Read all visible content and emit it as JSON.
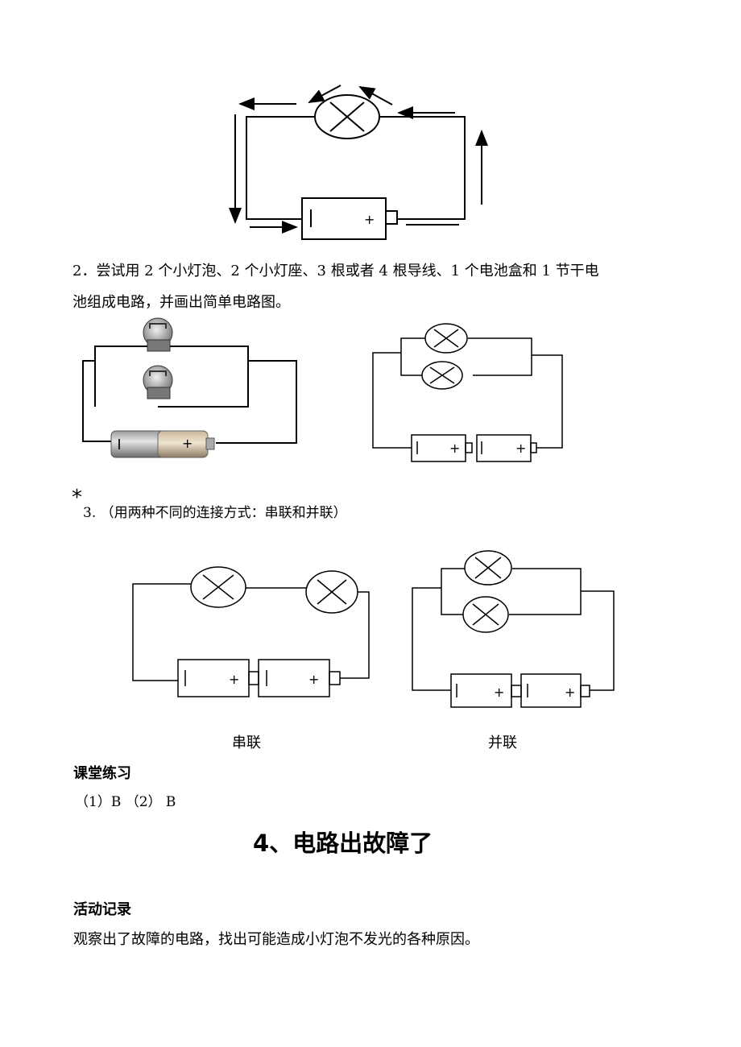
{
  "battery_sign": "+",
  "q2": {
    "line1": "2．尝试用 2 个小灯泡、2 个小灯座、3 根或者 4 根导线、1 个电池盒和 1 节干电",
    "line2": "池组成电路，并画出简单电路图。"
  },
  "q3": {
    "star": "*",
    "text": "3.  （用两种不同的连接方式：串联和并联）",
    "series_caption": "串联",
    "parallel_caption": "并联"
  },
  "practice": {
    "heading": "课堂练习",
    "answers": "（1）B        （2）  B"
  },
  "lesson": {
    "title": "4、电路出故障了",
    "activity_heading": "活动记录",
    "activity_text": "观察出了故障的电路，找出可能造成小灯泡不发光的各种原因。"
  }
}
